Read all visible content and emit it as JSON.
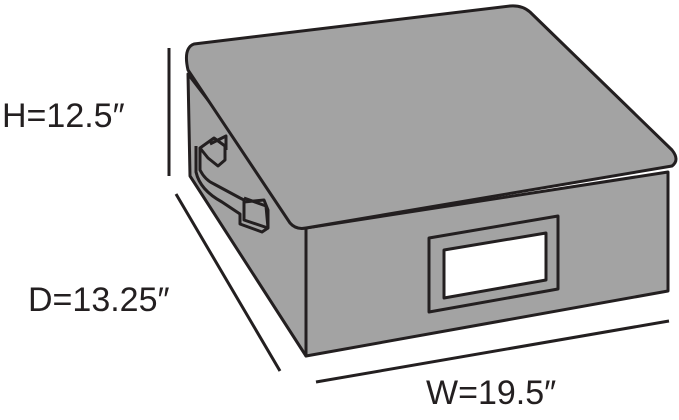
{
  "dimensions": {
    "height": "H=12.5″",
    "depth": "D=13.25″",
    "width": "W=19.5″"
  },
  "colors": {
    "box_fill": "#a3a3a3",
    "outline": "#231f20",
    "label_window": "#ffffff",
    "background": "#ffffff"
  },
  "icons": {
    "box": "storage-box-icon",
    "handle": "handle-icon",
    "label_holder": "label-holder-icon"
  }
}
